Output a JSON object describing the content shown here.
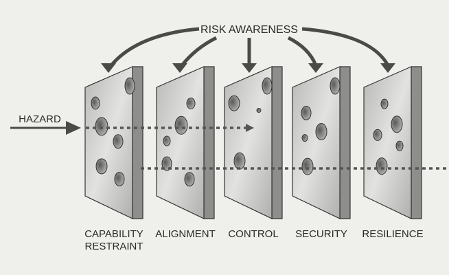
{
  "title": "RISK AWARENESS",
  "hazard": "HAZARD",
  "layers": [
    {
      "line1": "CAPABILITY",
      "line2": "RESTRAINT"
    },
    {
      "line1": "ALIGNMENT",
      "line2": ""
    },
    {
      "line1": "CONTROL",
      "line2": ""
    },
    {
      "line1": "SECURITY",
      "line2": ""
    },
    {
      "line1": "RESILIENCE",
      "line2": ""
    }
  ],
  "colors": {
    "face": "#c9c9c7",
    "side": "#8e8e8c",
    "arrow": "#4a4a48",
    "background": "#efefeb"
  }
}
